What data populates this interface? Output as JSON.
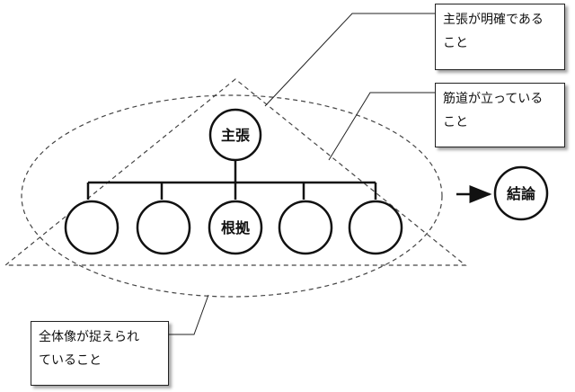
{
  "nodes": {
    "claim": "主張",
    "evidence": "根拠",
    "conclusion": "結論"
  },
  "callouts": {
    "claim_clear": [
      "主張が明確である",
      "こと"
    ],
    "logic_consistent": [
      "筋道が立っている",
      "こと"
    ],
    "overview_grasped": [
      "全体像が捉えられ",
      "ていること"
    ]
  }
}
